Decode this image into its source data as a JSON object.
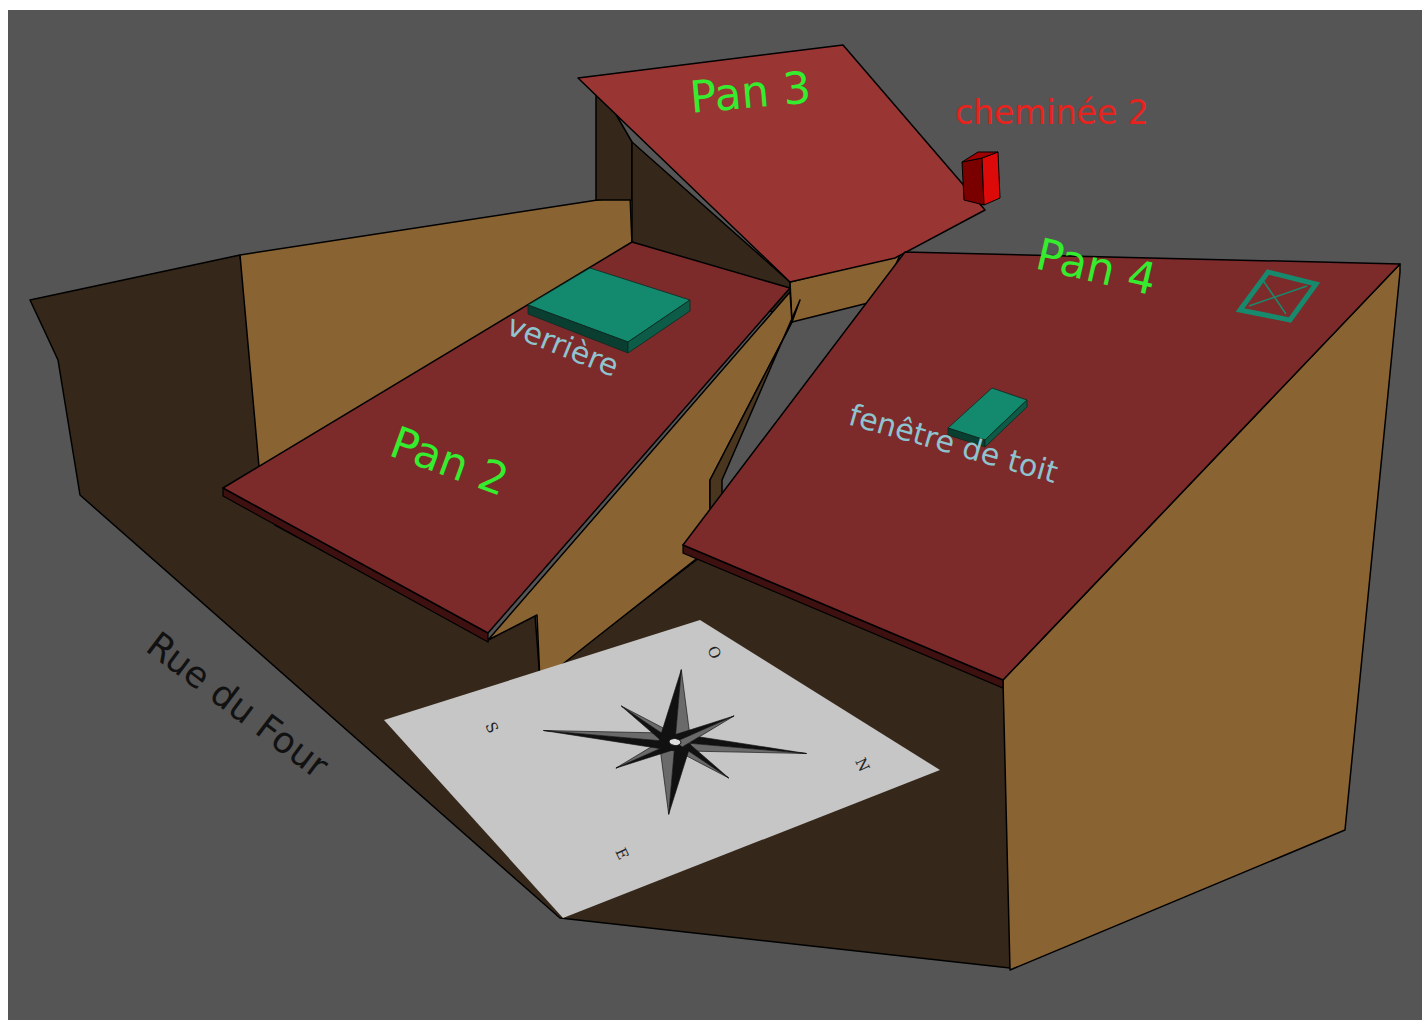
{
  "diagram": {
    "nodes": [
      {
        "text": [
          "Pan 3"
        ]
      },
      {
        "text": [
          "Pan 4"
        ]
      },
      {
        "text": [
          "Pan 2"
        ]
      }
    ],
    "labels": [
      "cheminée 2",
      "verrière",
      "fenêtre de toit",
      "Rue du Four",
      "O",
      "S",
      "N",
      "E"
    ]
  }
}
